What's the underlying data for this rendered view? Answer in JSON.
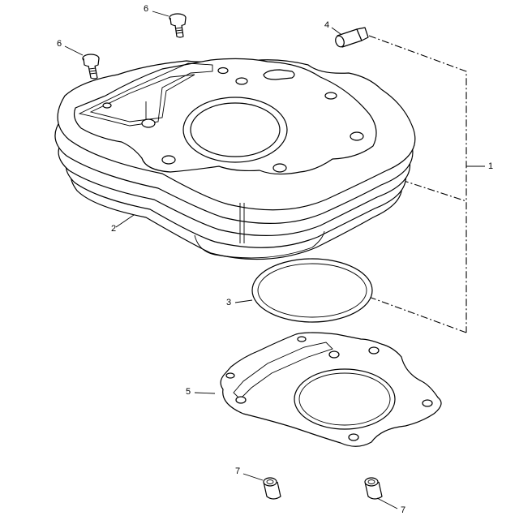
{
  "diagram": {
    "callouts": [
      {
        "id": "bolt-upper",
        "label": "6"
      },
      {
        "id": "bolt-left",
        "label": "6"
      },
      {
        "id": "dowel-pin-top",
        "label": "4"
      },
      {
        "id": "cylinder-assembly",
        "label": "1"
      },
      {
        "id": "cylinder",
        "label": "2"
      },
      {
        "id": "o-ring",
        "label": "3"
      },
      {
        "id": "base-gasket",
        "label": "5"
      },
      {
        "id": "dowel-left",
        "label": "7"
      },
      {
        "id": "dowel-right",
        "label": "7"
      }
    ]
  }
}
